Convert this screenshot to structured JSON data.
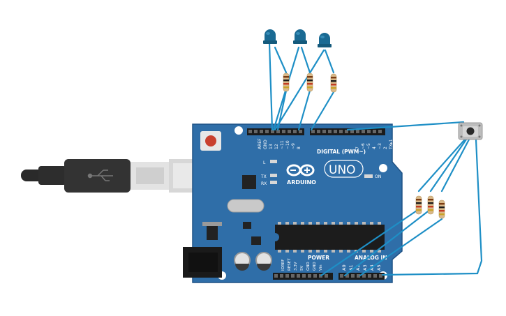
{
  "board": {
    "brand": "ARDUINO",
    "model": "UNO",
    "on_label": "ON",
    "digital_header": "DIGITAL (PWM~)",
    "digital_pins": [
      "AREF",
      "GND",
      "13",
      "12",
      "~11",
      "~10",
      "~9",
      "8",
      "7",
      "~6",
      "~5",
      "4",
      "~3",
      "2",
      "TX▸1",
      "RX◂0"
    ],
    "led_labels": [
      "L",
      "TX",
      "RX"
    ],
    "power_header": "POWER",
    "power_pins": [
      "IOREF",
      "RESET",
      "3.3V",
      "5V",
      "GND",
      "GND",
      "Vin"
    ],
    "analog_header": "ANALOG IN",
    "analog_pins": [
      "A0",
      "A1",
      "A2",
      "A3",
      "A4",
      "A5"
    ]
  },
  "components": {
    "leds": [
      {
        "name": "led-1",
        "color": "#1a6a93"
      },
      {
        "name": "led-2",
        "color": "#1a6a93"
      },
      {
        "name": "led-3",
        "color": "#1a6a93"
      }
    ],
    "resistor_count_top": 3,
    "resistor_count_right": 3,
    "pushbutton": "pushbutton"
  },
  "colors": {
    "board": "#2f6ea8",
    "board_edge": "#1f5285",
    "wire": "#1e8fc6",
    "usb_cable": "#2d2d2d"
  }
}
